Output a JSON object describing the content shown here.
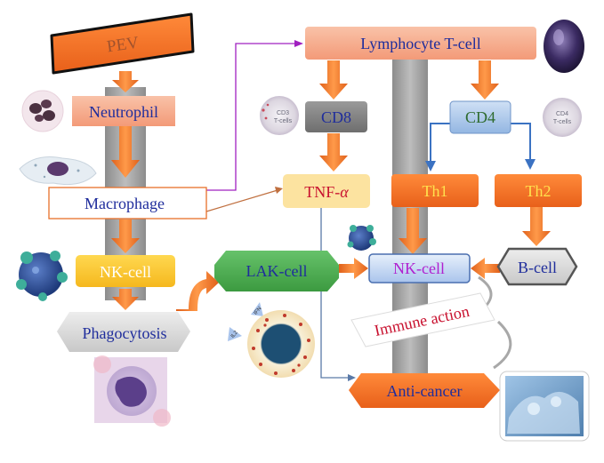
{
  "nodes": {
    "pev": "PEV",
    "neutrophil": "Neutrophil",
    "macrophage": "Macrophage",
    "nk_cell_left": "NK-cell",
    "phagocytosis": "Phagocytosis",
    "lymphocyte": "Lymphocyte T-cell",
    "cd8": "CD8",
    "cd4": "CD4",
    "tnf": "TNF-",
    "tnf_symbol": "α",
    "th1": "Th1",
    "th2": "Th2",
    "lak_cell": "LAK-cell",
    "nk_cell_right": "NK-cell",
    "b_cell": "B-cell",
    "immune_action": "Immune action",
    "anti_cancer": "Anti-cancer"
  },
  "icon_labels": {
    "cd3": [
      "CD3",
      "T-cells"
    ],
    "cd4": [
      "CD4",
      "T-cells"
    ],
    "ifn": "IFN",
    "il2": "IL2"
  },
  "colors": {
    "orange": "#F07320",
    "salmon": "#F5A98A",
    "yellow": "#F8C630",
    "light_yellow": "#FCE3A0",
    "green": "#4BAE4F",
    "gray": "#8A8A8A",
    "light_blue": "#AFCBEA",
    "pale_gray": "#D8D8D8",
    "navy_text": "#1F2D9C",
    "red_text": "#C8102E",
    "purple_line": "#A020C0"
  },
  "icons": [
    "neutrophil-cell-icon",
    "macrophage-cell-icon",
    "nk-cell-icon",
    "phagocyte-micrograph-icon",
    "t-cell-icon",
    "cd3-tcell-icon",
    "cd4-tcell-icon",
    "lak-cell-icon",
    "cancer-cell-micrograph-icon"
  ]
}
